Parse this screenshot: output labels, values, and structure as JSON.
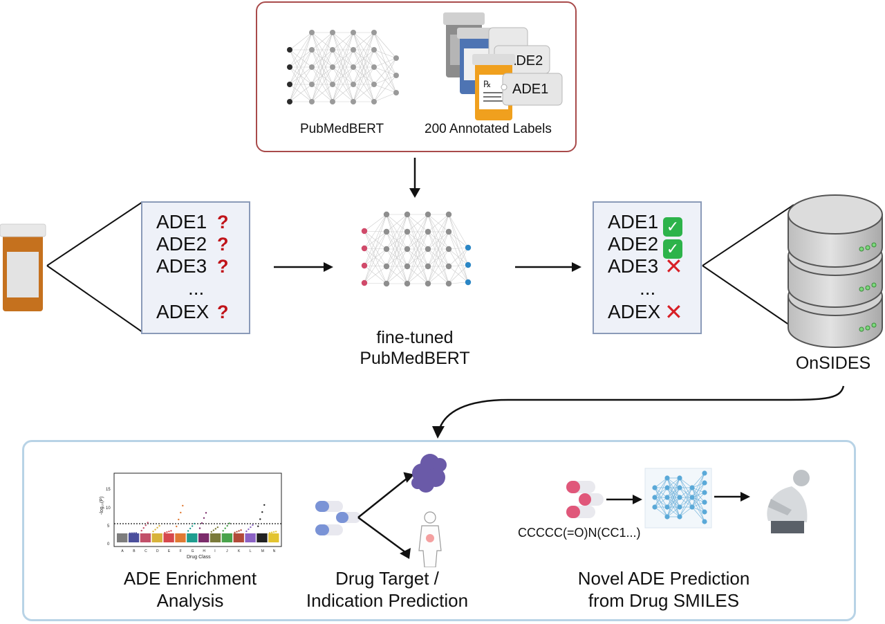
{
  "top_panel": {
    "model_label": "PubMedBERT",
    "labels_caption": "200 Annotated Labels",
    "tag_back": "ADE2",
    "tag_front": "ADE1",
    "rx_symbol": "℞"
  },
  "left_list": {
    "items": [
      "ADE1",
      "ADE2",
      "ADE3",
      "...",
      "ADEX"
    ],
    "unknown_mark": "?"
  },
  "middle": {
    "label_line1": "fine-tuned",
    "label_line2": "PubMedBERT"
  },
  "right_list": {
    "items": [
      "ADE1",
      "ADE2",
      "ADE3",
      "...",
      "ADEX"
    ],
    "check_mark": "✓",
    "cross_mark": "✕"
  },
  "database": {
    "label": "OnSIDES"
  },
  "bottom": {
    "enrichment_label_line1": "ADE Enrichment",
    "enrichment_label_line2": "Analysis",
    "target_label_line1": "Drug Target /",
    "target_label_line2": "Indication Prediction",
    "novel_label_line1": "Novel ADE Prediction",
    "novel_label_line2": "from Drug SMILES",
    "smiles": "CCCCC(=O)N(CC1...)"
  },
  "mini_chart": {
    "ylabel": "-log₁₀(P)",
    "xlabel": "Drug Class",
    "yticks": [
      "0",
      "5",
      "10",
      "15"
    ],
    "categories": [
      "A",
      "B",
      "C",
      "D",
      "E",
      "F",
      "G",
      "H",
      "I",
      "J",
      "K",
      "L",
      "M",
      "N"
    ],
    "colors": [
      "#7d7d7d",
      "#4b4f9c",
      "#c2506a",
      "#d8b33b",
      "#d6484d",
      "#e07a33",
      "#1f9d8f",
      "#7b2c6b",
      "#7a7a3a",
      "#49a34b",
      "#b24a39",
      "#8b62c4",
      "#222222",
      "#e3c430"
    ]
  },
  "colors": {
    "top_border": "#a84a4a",
    "list_border": "#8a9ab8",
    "list_fill": "#eef1f8",
    "bottom_border": "#b8d3e6",
    "question": "#c0141a",
    "check": "#2db34a",
    "cross": "#d81f26"
  }
}
